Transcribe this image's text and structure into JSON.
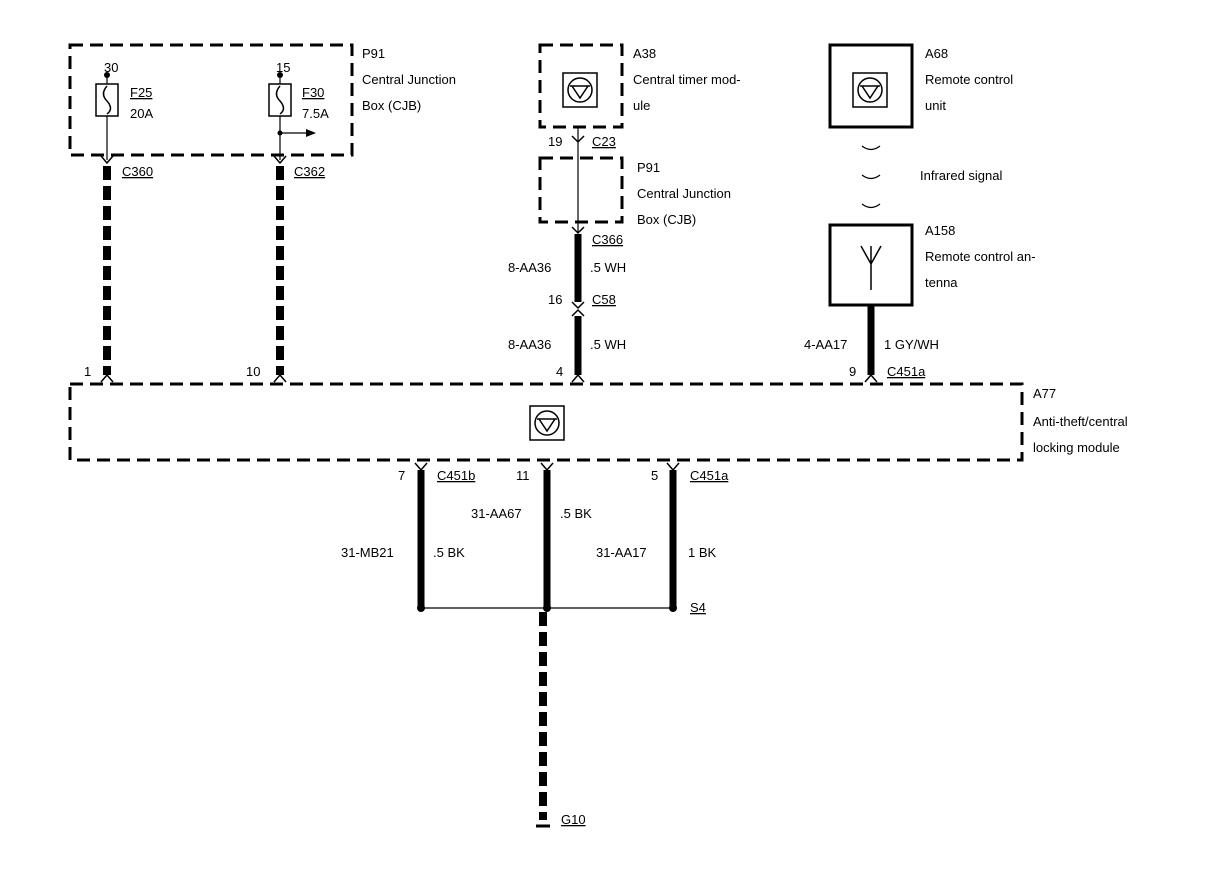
{
  "components": {
    "p91_top": {
      "id": "P91",
      "name_line1": "Central Junction",
      "name_line2": "Box (CJB)"
    },
    "a38": {
      "id": "A38",
      "name_line1": "Central timer mod-",
      "name_line2": "ule"
    },
    "a68": {
      "id": "A68",
      "name_line1": "Remote control",
      "name_line2": "unit"
    },
    "infrared": {
      "label": "Infrared signal"
    },
    "p91_mid": {
      "id": "P91",
      "name_line1": "Central Junction",
      "name_line2": "Box (CJB)"
    },
    "a158": {
      "id": "A158",
      "name_line1": "Remote control an-",
      "name_line2": "tenna"
    },
    "a77": {
      "id": "A77",
      "name_line1": "Anti-theft/central",
      "name_line2": "locking module"
    }
  },
  "fuses": [
    {
      "pin": "30",
      "id": "F25",
      "rating": "20A"
    },
    {
      "pin": "15",
      "id": "F30",
      "rating": "7.5A"
    }
  ],
  "connectors": {
    "c360": "C360",
    "c362": "C362",
    "c23": "C23",
    "c23_pin": "19",
    "c366": "C366",
    "c58": "C58",
    "c58_pin": "16",
    "c451a_top": "C451a",
    "c451b": "C451b",
    "c451a_bottom": "C451a",
    "s4": "S4",
    "g10": "G10"
  },
  "pins": {
    "p1": "1",
    "p10": "10",
    "p4": "4",
    "p9": "9",
    "p7": "7",
    "p11": "11",
    "p5": "5"
  },
  "wires": {
    "w_aa36_upper": {
      "circuit": "8-AA36",
      "spec": ".5 WH"
    },
    "w_aa36_lower": {
      "circuit": "8-AA36",
      "spec": ".5 WH"
    },
    "w_aa17_top": {
      "circuit": "4-AA17",
      "spec": "1 GY/WH"
    },
    "w_mb21": {
      "circuit": "31-MB21",
      "spec": ".5 BK"
    },
    "w_aa67": {
      "circuit": "31-AA67",
      "spec": ".5 BK"
    },
    "w_aa17_bottom": {
      "circuit": "31-AA17",
      "spec": "1 BK"
    }
  }
}
